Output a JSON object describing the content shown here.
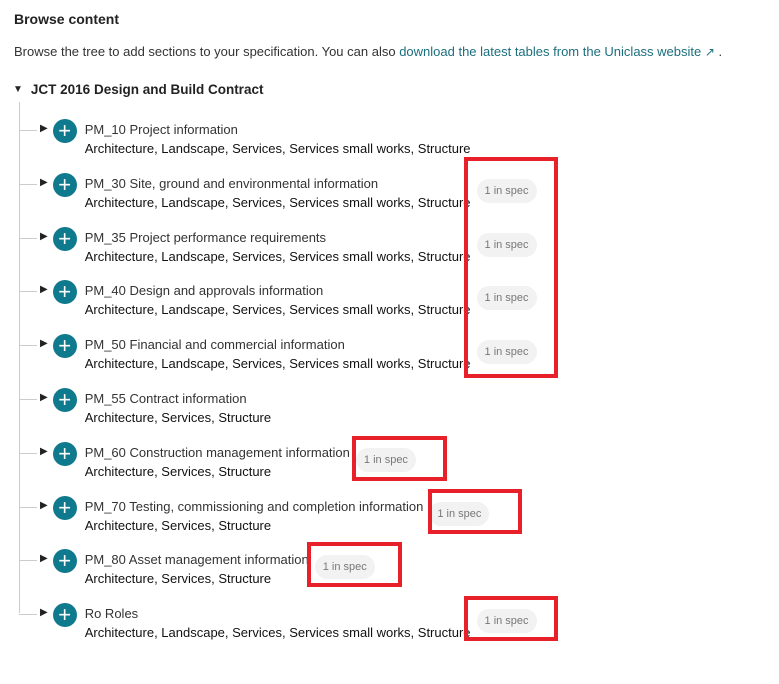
{
  "heading": "Browse content",
  "intro": {
    "text": "Browse the tree to add sections to your specification. You can also ",
    "link": "download the latest tables from the Uniclass website",
    "external_icon": "↗",
    "end": " ."
  },
  "root": {
    "label": "JCT 2016 Design and Build Contract",
    "icon": "▼"
  },
  "items": [
    {
      "title": "PM_10 Project information",
      "sub": "Architecture, Landscape, Services, Services small works, Structure",
      "badge": null
    },
    {
      "title": "PM_30 Site, ground and environmental information",
      "sub": "Architecture, Landscape, Services, Services small works, Structure",
      "badge": "1 in spec"
    },
    {
      "title": "PM_35 Project performance requirements",
      "sub": "Architecture, Landscape, Services, Services small works, Structure",
      "badge": "1 in spec"
    },
    {
      "title": "PM_40 Design and approvals information",
      "sub": "Architecture, Landscape, Services, Services small works, Structure",
      "badge": "1 in spec"
    },
    {
      "title": "PM_50 Financial and commercial information",
      "sub": "Architecture, Landscape, Services, Services small works, Structure",
      "badge": "1 in spec"
    },
    {
      "title": "PM_55 Contract information",
      "sub": "Architecture, Services, Structure",
      "badge": null
    },
    {
      "title": "PM_60 Construction management information",
      "sub": "Architecture, Services, Structure",
      "badge": "1 in spec"
    },
    {
      "title": "PM_70 Testing, commissioning and completion information",
      "sub": "Architecture, Services, Structure",
      "badge": "1 in spec"
    },
    {
      "title": "PM_80 Asset management information",
      "sub": "Architecture, Services, Structure",
      "badge": "1 in spec"
    },
    {
      "title": "Ro Roles",
      "sub": "Architecture, Landscape, Services, Services small works, Structure",
      "badge": "1 in spec"
    }
  ],
  "colors": {
    "accent": "#0f7a8d",
    "highlight": "#e8202a"
  }
}
